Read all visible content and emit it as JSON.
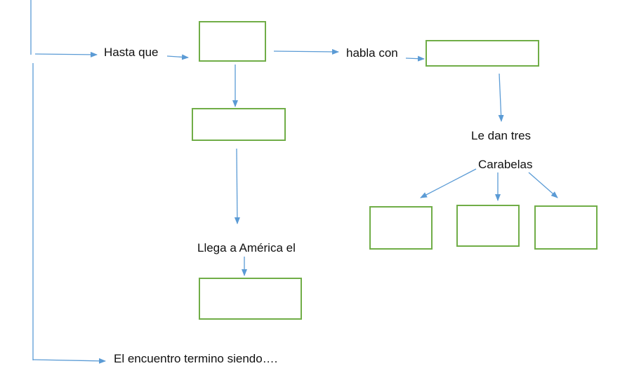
{
  "colors": {
    "connector": "#5b9bd5",
    "box_border": "#70ad47",
    "text": "#111111"
  },
  "labels": {
    "hasta_que": "Hasta que",
    "habla_con": "habla con",
    "le_dan_tres": "Le dan tres",
    "carabelas": "Carabelas",
    "llega_a_america": "Llega a América el",
    "encuentro": "El encuentro termino siendo…."
  }
}
